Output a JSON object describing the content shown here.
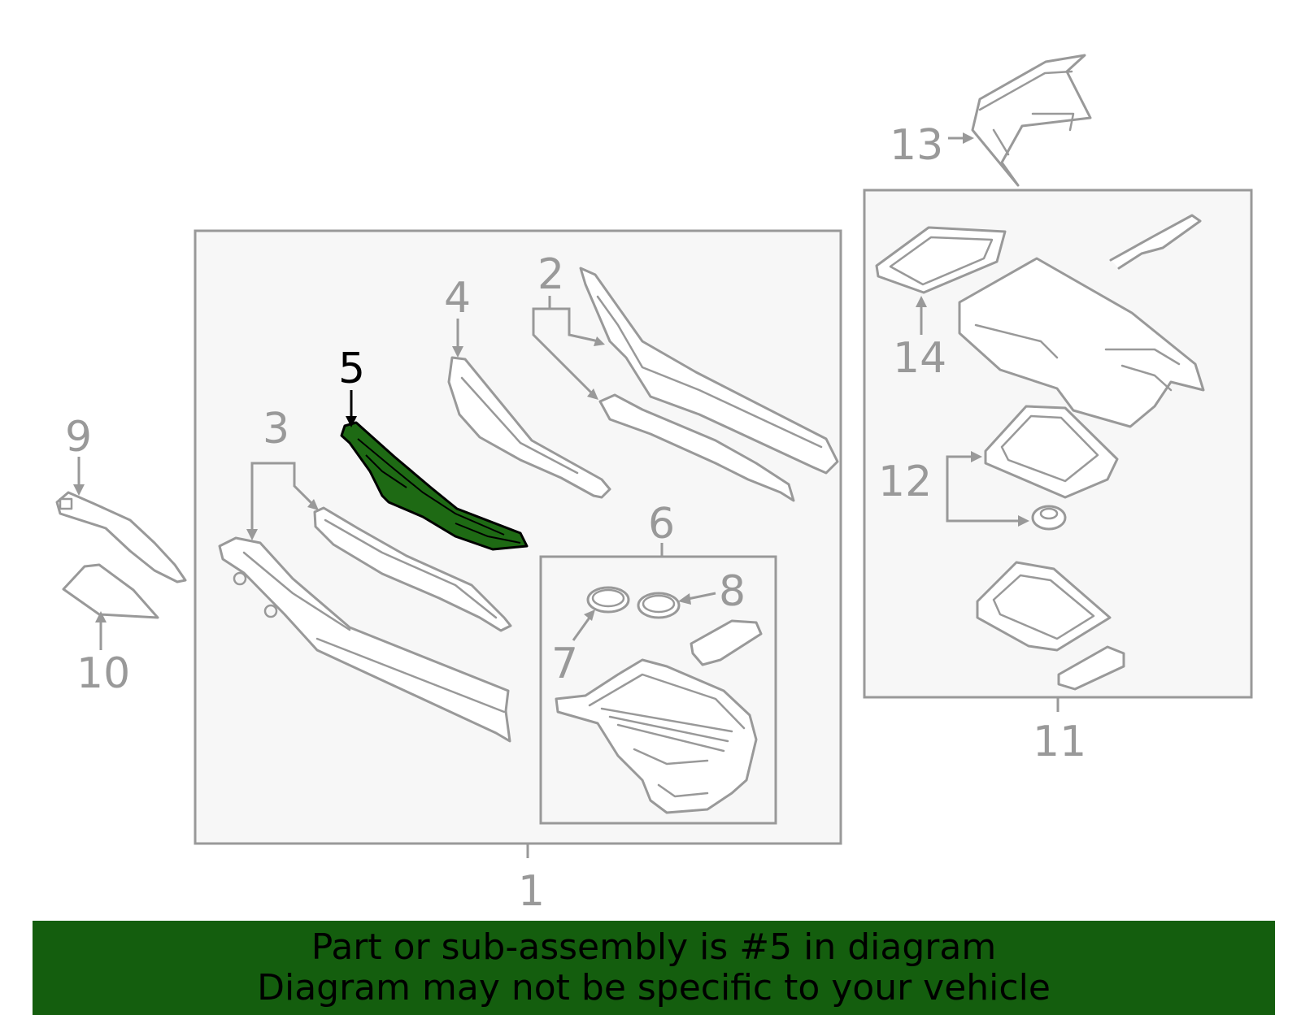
{
  "diagram": {
    "highlight_color": "#1e6a14",
    "highlighted_part": "5",
    "callouts": [
      "1",
      "2",
      "3",
      "4",
      "5",
      "6",
      "7",
      "8",
      "9",
      "10",
      "11",
      "12",
      "13",
      "14"
    ]
  },
  "banner": {
    "line1": "Part or sub-assembly is #5 in diagram",
    "line2": "Diagram may not be specific to your vehicle",
    "background": "#145e0e"
  }
}
